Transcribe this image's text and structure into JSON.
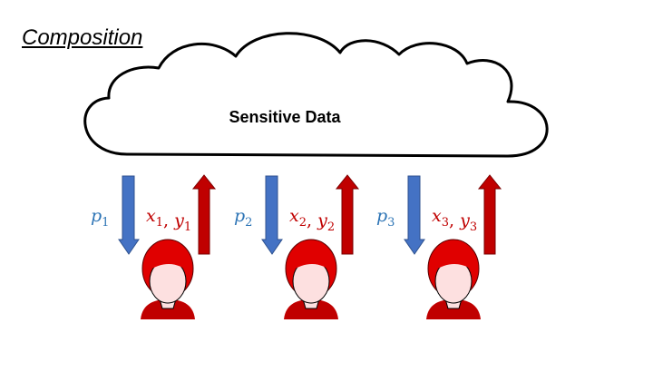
{
  "title": "Composition",
  "cloud": {
    "label": "Sensitive Data",
    "fill": "#ffffff",
    "stroke": "#000000"
  },
  "colors": {
    "down_arrow": "#4472c4",
    "down_arrow_stroke": "#2f528f",
    "up_arrow": "#c00000",
    "up_arrow_stroke": "#7a0000",
    "query_text": "#2e75b6",
    "response_text": "#c00000",
    "hair": "#e00000",
    "skin": "#fde0e0",
    "shirt": "#c00000"
  },
  "users": [
    {
      "query": {
        "var": "p",
        "sub": "1"
      },
      "response": [
        {
          "var": "x",
          "sub": "1"
        },
        {
          "var": "y",
          "sub": "1"
        }
      ]
    },
    {
      "query": {
        "var": "p",
        "sub": "2"
      },
      "response": [
        {
          "var": "x",
          "sub": "2"
        },
        {
          "var": "y",
          "sub": "2"
        }
      ]
    },
    {
      "query": {
        "var": "p",
        "sub": "3"
      },
      "response": [
        {
          "var": "x",
          "sub": "3"
        },
        {
          "var": "y",
          "sub": "3"
        }
      ]
    }
  ]
}
